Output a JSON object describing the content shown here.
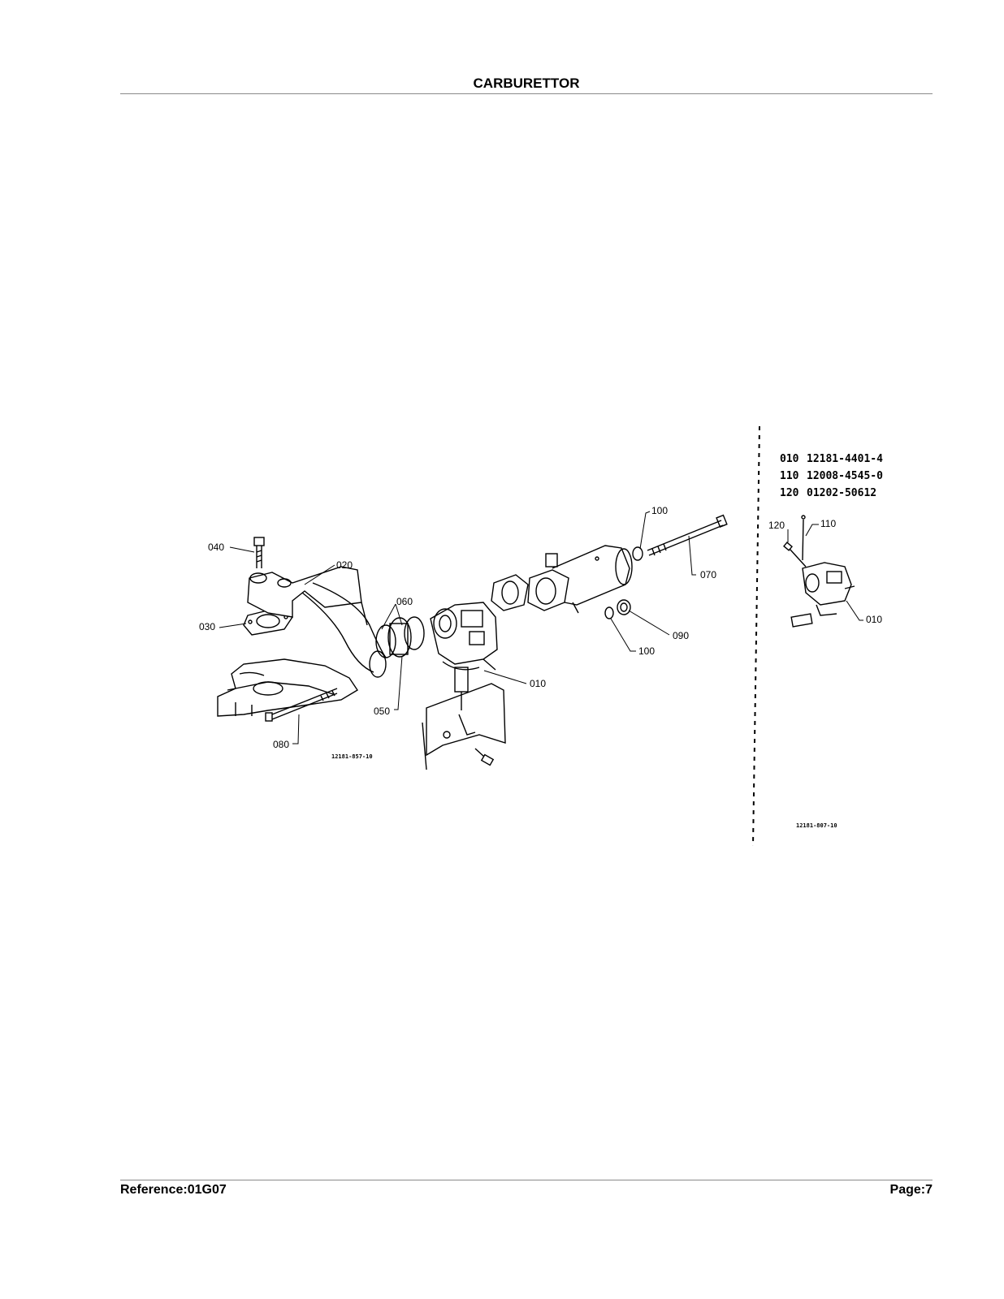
{
  "header": {
    "title": "CARBURETTOR"
  },
  "footer": {
    "reference": "Reference:01G07",
    "page": "Page:7"
  },
  "diagram": {
    "callouts": {
      "c040": "040",
      "c020": "020",
      "c030": "030",
      "c060": "060",
      "c050": "050",
      "c080": "080",
      "c010": "010",
      "c100a": "100",
      "c070": "070",
      "c090": "090",
      "c100b": "100",
      "c120": "120",
      "c110": "110",
      "c010b": "010"
    },
    "main_figure_code": "12181-857-10",
    "inset": {
      "part_numbers": [
        {
          "ref": "010",
          "part": "12181-4401-4"
        },
        {
          "ref": "110",
          "part": "12008-4545-0"
        },
        {
          "ref": "120",
          "part": "01202-50612"
        }
      ],
      "figure_code": "12181-807-10"
    }
  }
}
